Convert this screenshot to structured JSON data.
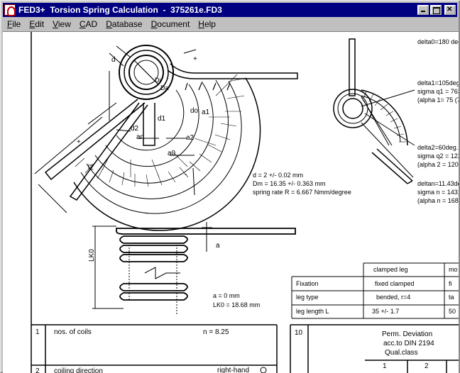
{
  "window": {
    "title": "FED3+  Torsion Spring Calculation  -  375261e.FD3"
  },
  "menu": [
    {
      "key": "F",
      "rest": "ile"
    },
    {
      "key": "E",
      "rest": "dit"
    },
    {
      "key": "V",
      "rest": "iew"
    },
    {
      "key": "C",
      "rest": "AD"
    },
    {
      "key": "D",
      "rest": "atabase"
    },
    {
      "key": "D",
      "rest": "ocument"
    },
    {
      "key": "H",
      "rest": "elp"
    }
  ],
  "drawing": {
    "labels": {
      "d": "d",
      "Di": "Di",
      "Da": "Da",
      "d1": "d1",
      "d2": "d2",
      "do": "do",
      "a1": "a1",
      "a2": "a2",
      "an": "an",
      "a0": "a0",
      "l2": "l2",
      "plus": "+",
      "plus2": "+",
      "minus": "-",
      "lk0": "LK0",
      "a_left": "a"
    },
    "delta": {
      "delta0": "delta0=180 deg",
      "delta1": "delta1=105deg",
      "sigma_q1": "sigma q1 = 763",
      "alpha1": "(alpha 1= 75 (7",
      "delta2": "delta2=60deg.",
      "sigma_q2": "sigma q2 = 122",
      "alpha2": "(alpha 2 = 120",
      "deltan": "deltan=11.43de",
      "sigma_n": "sigma n = 1431",
      "alphan": "(alpha n = 168."
    },
    "specs": {
      "d_val": "d = 2 +/- 0.02 mm",
      "dm_val": "Dm = 16.35 +/- 0.363 mm",
      "rate": "spring rate R = 6.667 Nmm/degree",
      "a_val": "a   = 0 mm",
      "lk0_val": "LK0 = 18.68 mm"
    }
  },
  "leg_table": {
    "headers": [
      "clamped leg",
      "mo"
    ],
    "rows": [
      {
        "label": "Fixation",
        "col1": "fixed clamped",
        "col2": "fi"
      },
      {
        "label": "leg type",
        "col1": "bended, r=4",
        "col2": "ta"
      },
      {
        "label": "leg length L",
        "col1": "35 +/- 1.7",
        "col2": "50"
      }
    ]
  },
  "bottom_left": {
    "rows": [
      {
        "num": "1",
        "label": "nos. of coils",
        "value": "n =   8.25"
      },
      {
        "num": "2",
        "label": "coiling direction",
        "value": "right-hand"
      }
    ]
  },
  "bottom_right": {
    "num": "10",
    "title": "Perm. Deviation",
    "sub1": "acc.to DIN 2194",
    "sub2": "Qual.class",
    "col1": "1",
    "col2": "2"
  }
}
